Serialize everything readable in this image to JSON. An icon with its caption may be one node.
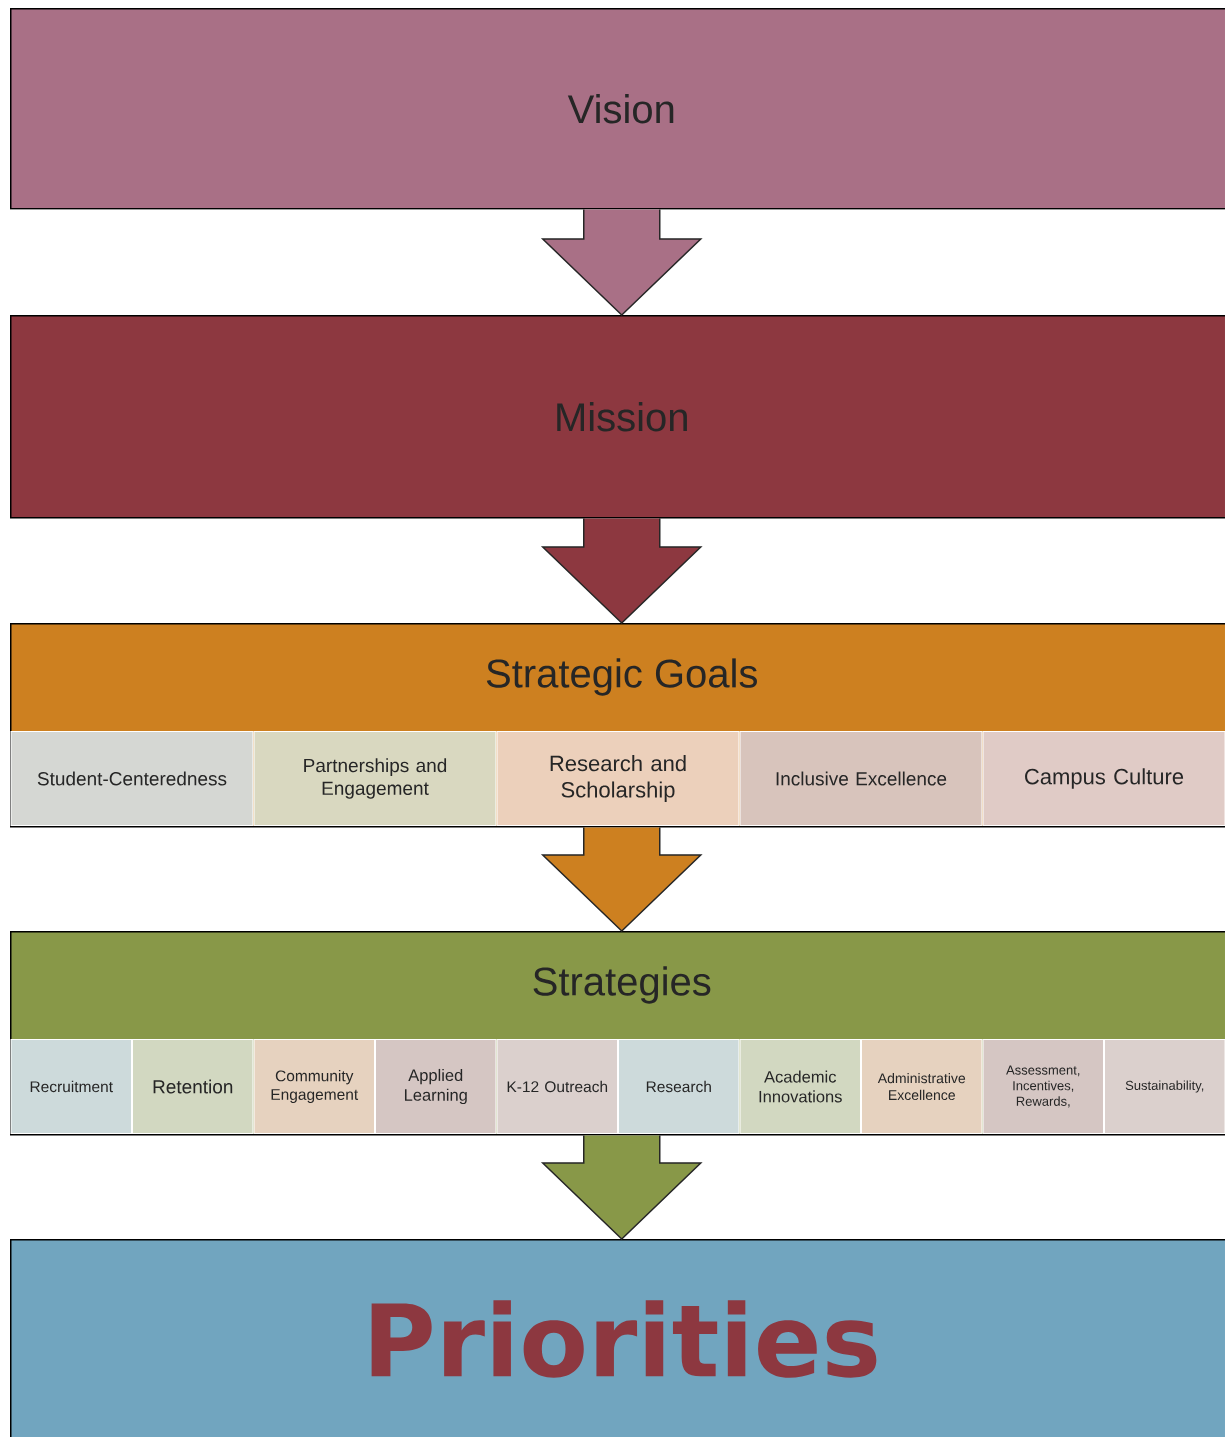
{
  "diagram": {
    "nodes": [
      {
        "text": [
          "Vision"
        ]
      },
      {
        "text": [
          "Mission"
        ]
      },
      {
        "text": [
          "Strategic Goals"
        ]
      },
      {
        "text": [
          "Student-Centeredness"
        ],
        "in": 2
      },
      {
        "text": [
          "Partnerships and Engagement"
        ],
        "in": 2
      },
      {
        "text": [
          "Research and Scholarship"
        ],
        "in": 2
      },
      {
        "text": [
          "Inclusive Excellence"
        ],
        "in": 2
      },
      {
        "text": [
          "Campus Culture"
        ],
        "in": 2
      },
      {
        "text": [
          "Strategies"
        ]
      },
      {
        "text": [
          "Recruitment"
        ],
        "in": 8
      },
      {
        "text": [
          "Retention"
        ],
        "in": 8
      },
      {
        "text": [
          "Community Engagement"
        ],
        "in": 8
      },
      {
        "text": [
          "Applied Learning"
        ],
        "in": 8
      },
      {
        "text": [
          "K-12 Outreach"
        ],
        "in": 8
      },
      {
        "text": [
          "Research"
        ],
        "in": 8
      },
      {
        "text": [
          "Academic Innovations"
        ],
        "in": 8
      },
      {
        "text": [
          "Administrative Excellence"
        ],
        "in": 8
      },
      {
        "text": [
          "Assessment, Incentives, Rewards,"
        ],
        "in": 8
      },
      {
        "text": [
          "Sustainability,"
        ],
        "in": 8
      },
      {
        "text": [
          "Priorities"
        ]
      }
    ],
    "edges": [
      {
        "from": 0,
        "to": 1,
        "arrow": "to",
        "color": "#a97086"
      },
      {
        "from": 1,
        "to": 2,
        "arrow": "to",
        "color": "#8d3840"
      },
      {
        "from": 2,
        "to": 8,
        "arrow": "to",
        "color": "#cd8020"
      },
      {
        "from": 8,
        "to": 19,
        "arrow": "to",
        "color": "#889848"
      }
    ]
  }
}
